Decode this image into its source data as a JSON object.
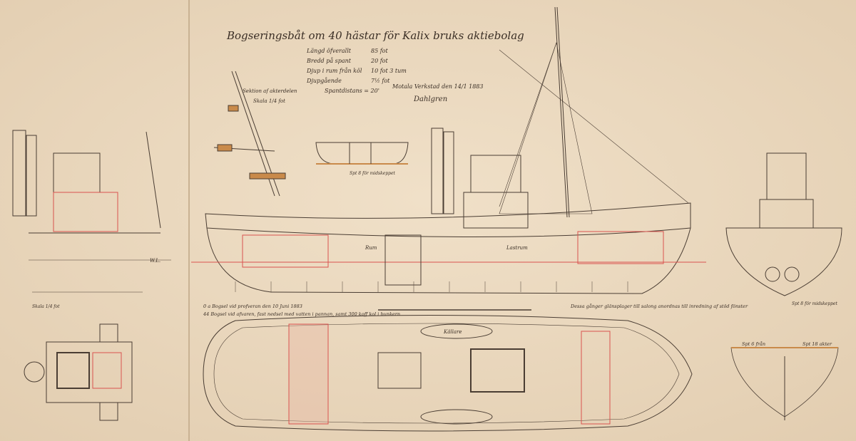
{
  "title": "Bogseringsbåt om 40 hästar för Kalix bruks aktiebolag",
  "specs": [
    {
      "label": "Längd öfverallt",
      "value": "85 fot"
    },
    {
      "label": "Bredd på spant",
      "value": "20 fot"
    },
    {
      "label": "Djup i rum från köl",
      "value": "10 fot 3 tum"
    },
    {
      "label": "Djupgående",
      "value": "7½ fot"
    }
  ],
  "frame_spacing": "Spantdistans = 20'",
  "signature_place_date": "Motala Verkstad den 14/1 1883",
  "signature_name": "Dahlgren",
  "detail_label": [
    "Sektion af akterdelen",
    "Skala 1/4 fot"
  ],
  "notes": [
    "0 a Bogsel vid profveran den 10 Juni 1883",
    "44 Bogsel vid afvaren, fast nedsel med vatten i pannan, samt 300 koff kol i bunkern"
  ],
  "right_note": "Dessa gånger glänsplager till salong anordnas till inredning af stöd fönster",
  "labels": {
    "waterline": "W.L.",
    "hold": "Rum",
    "hold2": "Lastrum",
    "cellar": "Källare",
    "section_label": "Spt 8 för midskeppet",
    "section_right_a": "Spt 6 från",
    "section_right_b": "Spt 18 akter",
    "left_note": "Skala 1/4 fot"
  },
  "colors": {
    "paper": "#ead8bd",
    "ink": "#4a3d33",
    "red": "#d9534f",
    "wood": "#c98a4a"
  }
}
